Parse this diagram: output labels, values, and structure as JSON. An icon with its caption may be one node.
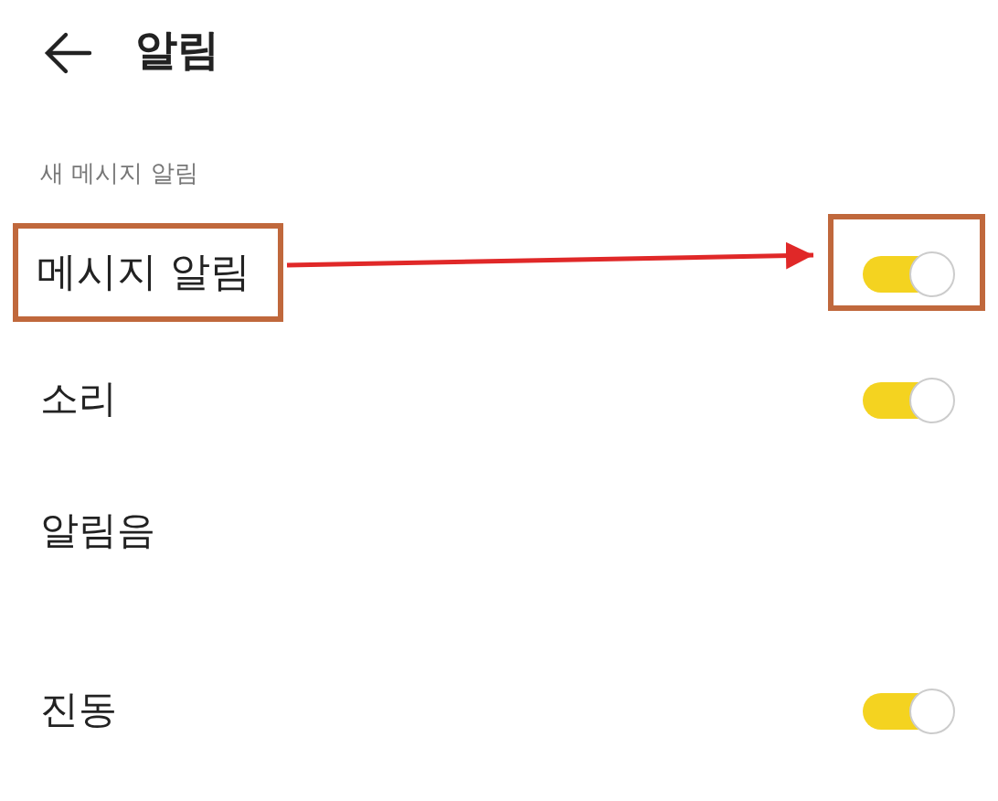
{
  "diagram": {
    "title": "알림",
    "nodes": [
      {
        "text": [
          "메시지 알림"
        ]
      },
      {
        "text": [],
        "shape": "box"
      }
    ],
    "edges": [
      {
        "from": 0,
        "to": 1,
        "arrow": "to",
        "color": "#e02828"
      }
    ],
    "labels": [
      "새 메시지 알림",
      "소리",
      "알림음",
      "진동"
    ]
  }
}
